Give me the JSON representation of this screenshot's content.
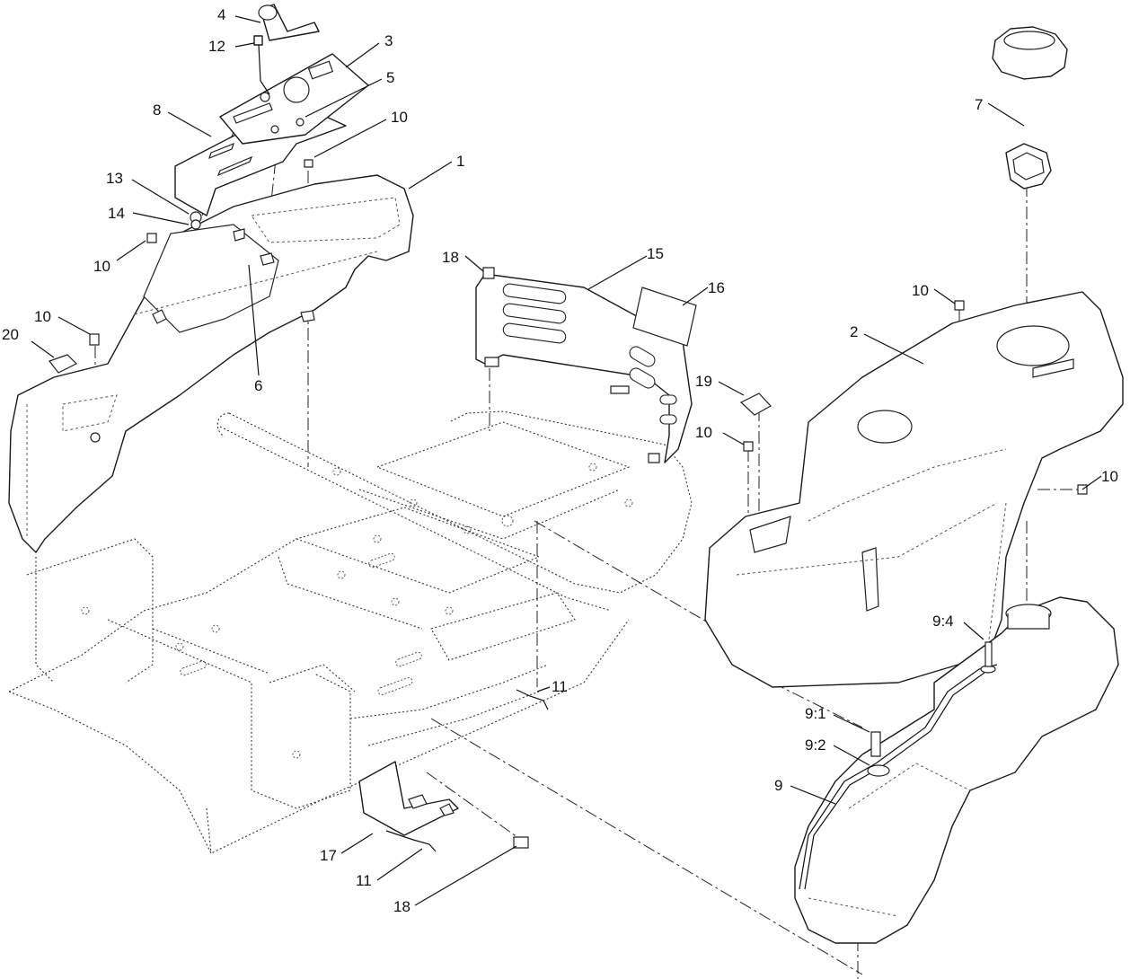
{
  "diagram": {
    "callouts": [
      {
        "id": "c-4",
        "text": "4"
      },
      {
        "id": "c-12",
        "text": "12"
      },
      {
        "id": "c-3",
        "text": "3"
      },
      {
        "id": "c-5",
        "text": "5"
      },
      {
        "id": "c-8",
        "text": "8"
      },
      {
        "id": "c-10a",
        "text": "10"
      },
      {
        "id": "c-1",
        "text": "1"
      },
      {
        "id": "c-13",
        "text": "13"
      },
      {
        "id": "c-14",
        "text": "14"
      },
      {
        "id": "c-10b",
        "text": "10"
      },
      {
        "id": "c-10c",
        "text": "10"
      },
      {
        "id": "c-20",
        "text": "20"
      },
      {
        "id": "c-6",
        "text": "6"
      },
      {
        "id": "c-18a",
        "text": "18"
      },
      {
        "id": "c-15",
        "text": "15"
      },
      {
        "id": "c-16",
        "text": "16"
      },
      {
        "id": "c-19",
        "text": "19"
      },
      {
        "id": "c-10d",
        "text": "10"
      },
      {
        "id": "c-7",
        "text": "7"
      },
      {
        "id": "c-10e",
        "text": "10"
      },
      {
        "id": "c-2",
        "text": "2"
      },
      {
        "id": "c-10f",
        "text": "10"
      },
      {
        "id": "c-9-4",
        "text": "9:4"
      },
      {
        "id": "c-9-1",
        "text": "9:1"
      },
      {
        "id": "c-9-2",
        "text": "9:2"
      },
      {
        "id": "c-9",
        "text": "9"
      },
      {
        "id": "c-11a",
        "text": "11"
      },
      {
        "id": "c-17",
        "text": "17"
      },
      {
        "id": "c-11b",
        "text": "11"
      },
      {
        "id": "c-18b",
        "text": "18"
      }
    ],
    "parts": [
      {
        "id": "p1",
        "name": "left-fender-body"
      },
      {
        "id": "p2",
        "name": "right-fender-body"
      },
      {
        "id": "p3",
        "name": "control-panel-plate"
      },
      {
        "id": "p4",
        "name": "throttle-lever"
      },
      {
        "id": "p7",
        "name": "fuel-cap"
      },
      {
        "id": "p9",
        "name": "fuel-tank"
      },
      {
        "id": "p15",
        "name": "seat-bracket"
      },
      {
        "id": "p16",
        "name": "decal-16"
      },
      {
        "id": "p17",
        "name": "cover-plate"
      },
      {
        "id": "p19",
        "name": "decal-19"
      },
      {
        "id": "p20",
        "name": "decal-20"
      },
      {
        "id": "frame",
        "name": "chassis-frame"
      }
    ]
  }
}
